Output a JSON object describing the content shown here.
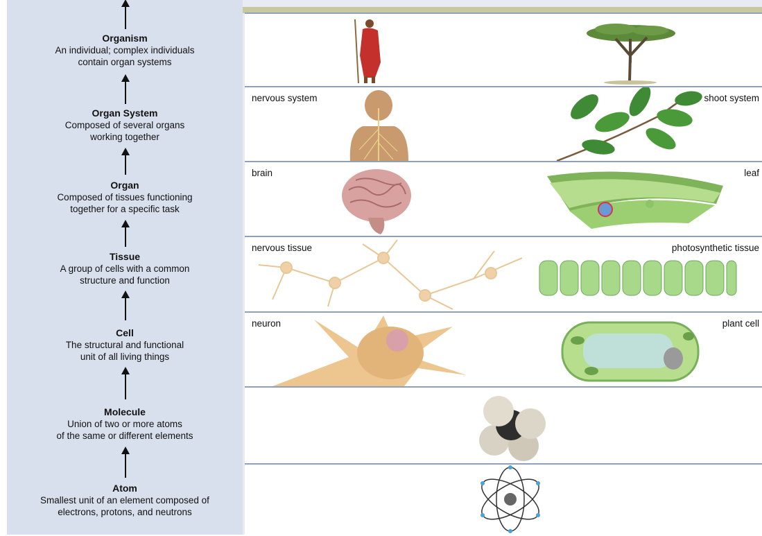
{
  "levels": [
    {
      "name": "Organism",
      "desc": "An individual; complex individuals\ncontain organ systems"
    },
    {
      "name": "Organ System",
      "desc": "Composed of several organs\nworking together"
    },
    {
      "name": "Organ",
      "desc": "Composed of tissues functioning\ntogether for a specific task"
    },
    {
      "name": "Tissue",
      "desc": "A group of cells with a common\nstructure and function"
    },
    {
      "name": "Cell",
      "desc": "The structural and functional\nunit of all living things"
    },
    {
      "name": "Molecule",
      "desc": "Union of two or more atoms\nof the same or different elements"
    },
    {
      "name": "Atom",
      "desc": "Smallest unit of an element composed of\nelectrons, protons, and neutrons"
    }
  ],
  "rows": [
    {
      "left_label": "",
      "right_label": ""
    },
    {
      "left_label": "nervous system",
      "right_label": "shoot system"
    },
    {
      "left_label": "brain",
      "right_label": "leaf"
    },
    {
      "left_label": "nervous tissue",
      "right_label": "photosynthetic tissue"
    },
    {
      "left_label": "neuron",
      "right_label": "plant cell"
    },
    {
      "left_label": "",
      "right_label": ""
    },
    {
      "left_label": "",
      "right_label": ""
    }
  ]
}
